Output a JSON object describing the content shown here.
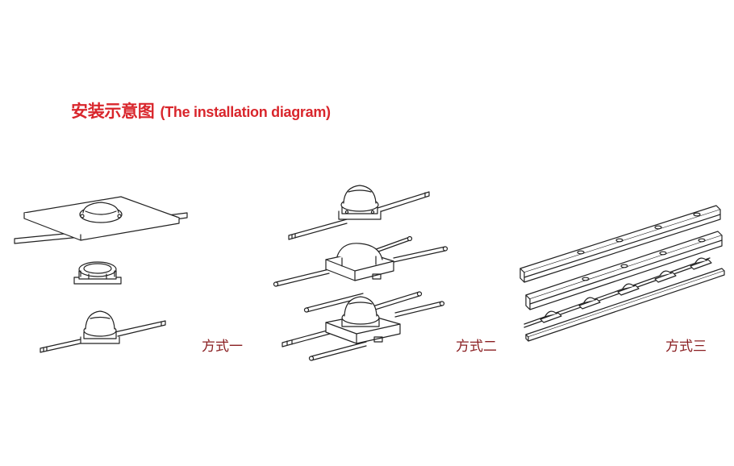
{
  "title": {
    "cn": "安装示意图",
    "en": "(The installation diagram)"
  },
  "methods": [
    {
      "label": "方式一"
    },
    {
      "label": "方式二"
    },
    {
      "label": "方式三"
    }
  ],
  "colors": {
    "title": "#d9262c",
    "label": "#8a1f22",
    "line": "#222222"
  }
}
